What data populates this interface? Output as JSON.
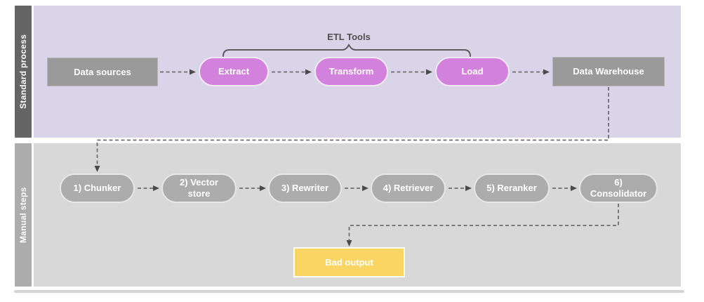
{
  "sections": {
    "standard": {
      "label": "Standard process"
    },
    "manual": {
      "label": "Manual steps"
    }
  },
  "bracket": {
    "label": "ETL Tools"
  },
  "nodes": {
    "data_sources": {
      "label": "Data sources"
    },
    "extract": {
      "label": "Extract"
    },
    "transform": {
      "label": "Transform"
    },
    "load": {
      "label": "Load"
    },
    "data_warehouse": {
      "label": "Data Warehouse"
    },
    "chunker": {
      "label": "1) Chunker"
    },
    "vector_store": {
      "label": "2) Vector store"
    },
    "rewriter": {
      "label": "3) Rewriter"
    },
    "retriever": {
      "label": "4) Retriever"
    },
    "reranker": {
      "label": "5) Reranker"
    },
    "consolidator": {
      "label": "6) Consolidator"
    },
    "bad_output": {
      "label": "Bad output"
    }
  },
  "colors": {
    "standard_lane_bar": "#656565",
    "standard_lane_bg": "#dad4e8",
    "manual_lane_bar": "#acacac",
    "manual_lane_bg": "#d8d8d8",
    "purple_pill": "#d282dc",
    "gray_box": "#9a9a9a",
    "gray_pill": "#acacac",
    "yellow_box": "#fbd563",
    "connector": "#6e6e6e",
    "bracket_label_text": "#4f4f4f"
  }
}
